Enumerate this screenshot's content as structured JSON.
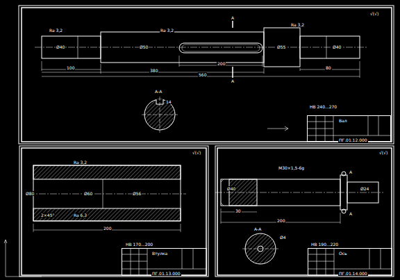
{
  "diagram": {
    "nodes": [
      {
        "text": [
          "Вал",
          "ПГ.01.12.000"
        ]
      },
      {
        "text": [
          "Втулка",
          "ПГ.01.13.000"
        ]
      },
      {
        "text": [
          "Ось",
          "ПГ.01.14.000"
        ]
      }
    ],
    "labels": [
      "А",
      "А",
      "Ø40",
      "Ø50",
      "Ø55",
      "Ø40",
      "100",
      "200",
      "380",
      "560",
      "80",
      "А-А",
      "14",
      "√(√)",
      "Ra 3,2",
      "Ra 3,2",
      "Ra 3,2",
      "НВ 240...270",
      "√(√)",
      "Ø80",
      "Ø60",
      "Ø56",
      "200",
      "Ra 3,2",
      "Ra 6,3",
      "2×45°",
      "НВ 170...200",
      "√(√)",
      "М30×1,5-6g",
      "Ø40",
      "Ø24",
      "30",
      "200",
      "А-А",
      "Ø4",
      "НВ 190...220",
      "А",
      "А"
    ]
  }
}
